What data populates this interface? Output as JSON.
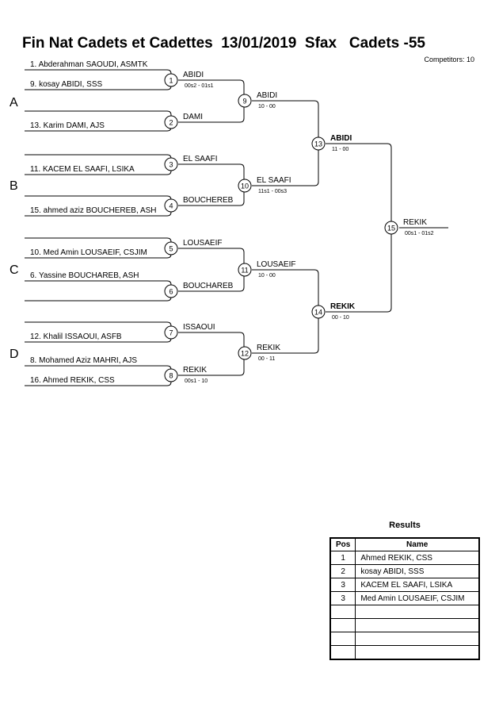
{
  "header": {
    "title": "Fin Nat Cadets et Cadettes  13/01/2019  Sfax   Cadets -55",
    "competitors": "Competitors: 10"
  },
  "pools": [
    "A",
    "B",
    "C",
    "D"
  ],
  "entries": [
    "1. Abderahman SAOUDI, ASMTK",
    "9. kosay ABIDI, SSS",
    "13. Karim DAMI, AJS",
    "11. KACEM EL SAAFI, LSIKA",
    "15. ahmed aziz BOUCHEREB, ASH",
    "10. Med Amin LOUSAEIF, CSJIM",
    "6. Yassine BOUCHAREB, ASH",
    "12. Khalil ISSAOUI, ASFB",
    "8. Mohamed Aziz MAHRI, AJS",
    "16. Ahmed REKIK, CSS"
  ],
  "matches": [
    {
      "number": "1",
      "winner": "ABIDI",
      "score": "00s2 - 01s1"
    },
    {
      "number": "2",
      "winner": "DAMI",
      "score": ""
    },
    {
      "number": "3",
      "winner": "EL SAAFI",
      "score": ""
    },
    {
      "number": "4",
      "winner": "BOUCHEREB",
      "score": ""
    },
    {
      "number": "5",
      "winner": "LOUSAEIF",
      "score": ""
    },
    {
      "number": "6",
      "winner": "BOUCHAREB",
      "score": ""
    },
    {
      "number": "7",
      "winner": "ISSAOUI",
      "score": ""
    },
    {
      "number": "8",
      "winner": "REKIK",
      "score": "00s1 - 10"
    },
    {
      "number": "9",
      "winner": "ABIDI",
      "score": "10 - 00"
    },
    {
      "number": "10",
      "winner": "EL SAAFI",
      "score": "11s1 - 00s3"
    },
    {
      "number": "11",
      "winner": "LOUSAEIF",
      "score": "10 - 00"
    },
    {
      "number": "12",
      "winner": "REKIK",
      "score": "00 - 11"
    },
    {
      "number": "13",
      "winner": "ABIDI",
      "score": "11 - 00"
    },
    {
      "number": "14",
      "winner": "REKIK",
      "score": "00 - 10"
    },
    {
      "number": "15",
      "winner": "REKIK",
      "score": "00s1 - 01s2"
    }
  ],
  "results": {
    "title": "Results",
    "headers": {
      "pos": "Pos",
      "name": "Name"
    },
    "rows": [
      {
        "pos": "1",
        "name": "Ahmed REKIK, CSS"
      },
      {
        "pos": "2",
        "name": "kosay ABIDI, SSS"
      },
      {
        "pos": "3",
        "name": "KACEM EL SAAFI, LSIKA"
      },
      {
        "pos": "3",
        "name": "Med Amin LOUSAEIF, CSJIM"
      },
      {
        "pos": "",
        "name": ""
      },
      {
        "pos": "",
        "name": ""
      },
      {
        "pos": "",
        "name": ""
      },
      {
        "pos": "",
        "name": ""
      }
    ]
  }
}
